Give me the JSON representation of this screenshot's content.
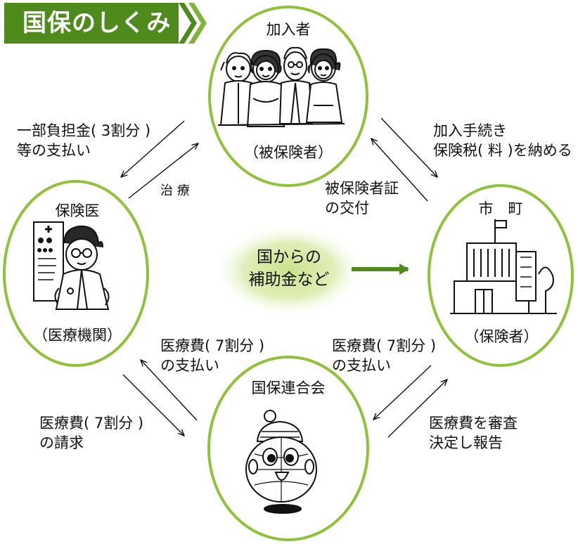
{
  "title": "国保のしくみ",
  "nodes": {
    "subscriber": {
      "name": "加入者",
      "role": "（被保険者）"
    },
    "city": {
      "name": "市　町",
      "role": "（保険者）"
    },
    "doctor": {
      "name": "保険医",
      "role": "（医療機関）"
    },
    "federation": {
      "name": "国保連合会"
    }
  },
  "center": {
    "line1": "国からの",
    "line2": "補助金など"
  },
  "flows": {
    "copay": {
      "line1": "一部負担金( 3割分 )",
      "line2": "等の支払い"
    },
    "treatment": "治 療",
    "enroll": {
      "line1": "加入手続き",
      "line2": "保険税( 料 )を納める"
    },
    "card": {
      "line1": "被保険者証",
      "line2": "の交付"
    },
    "claim": {
      "line1": "医療費( 7割分 )",
      "line2": "の請求"
    },
    "pay_doctor": {
      "line1": "医療費( 7割分 )",
      "line2": "の支払い"
    },
    "pay_federation": {
      "line1": "医療費( 7割分 )",
      "line2": "の支払い"
    },
    "review": {
      "line1": "医療費を審査",
      "line2": "決定し報告"
    }
  },
  "colors": {
    "accent": "#4f8a1c",
    "ellipse": "#8fc23a",
    "glow": "#c9e28a"
  }
}
